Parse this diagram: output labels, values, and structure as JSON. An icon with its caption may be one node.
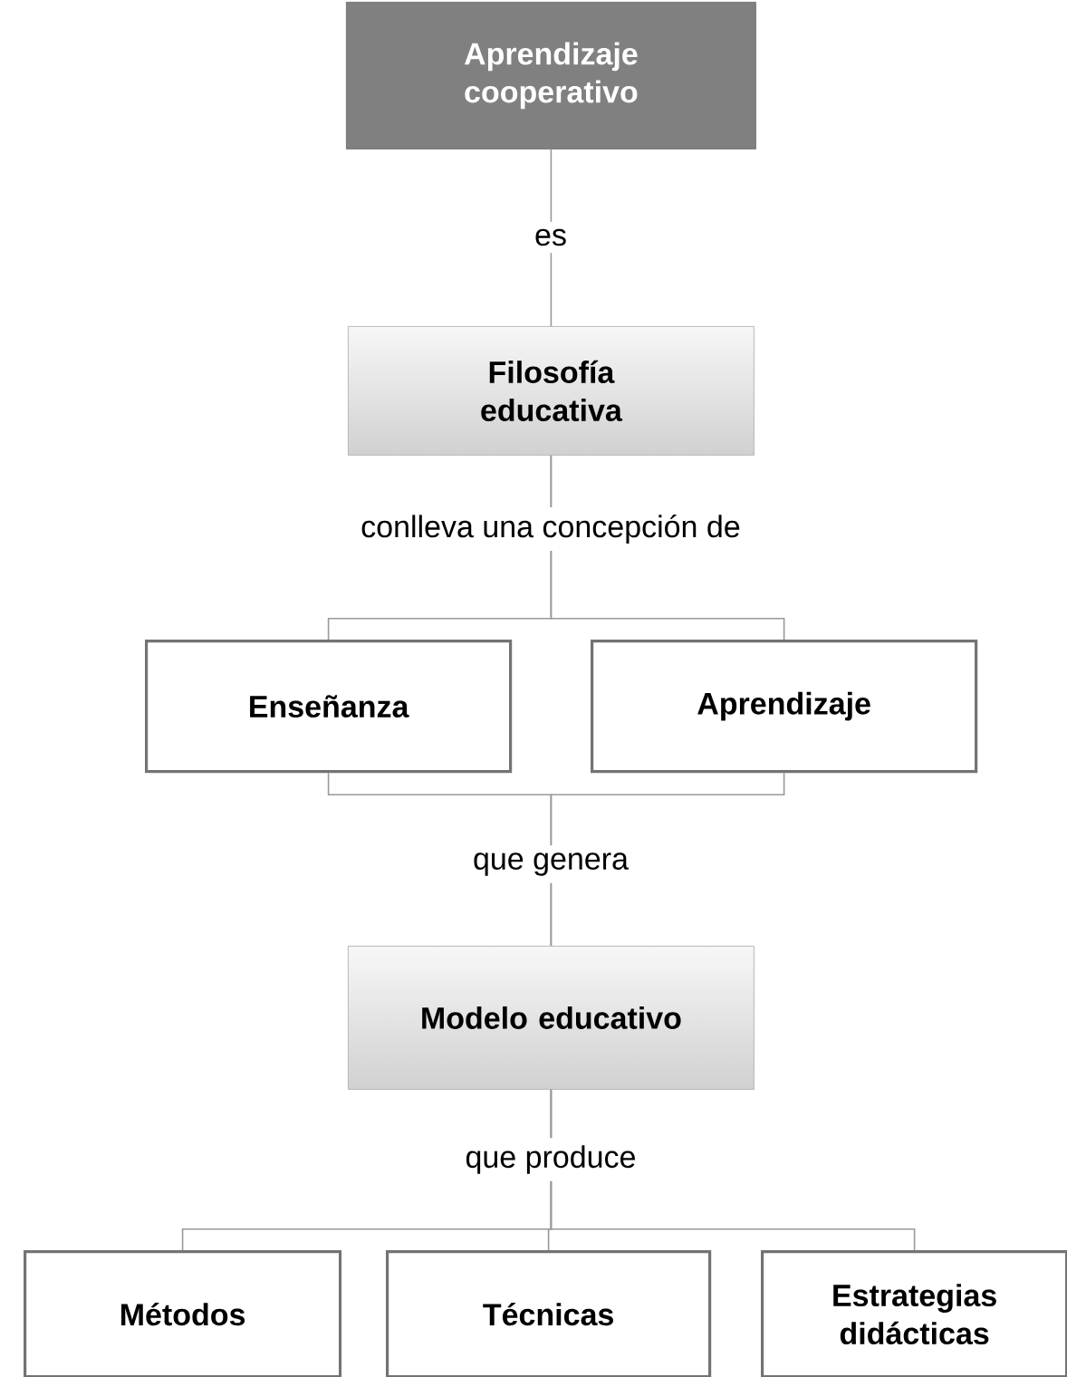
{
  "diagram": {
    "nodes": [
      {
        "text": [
          "Aprendizaje cooperativo"
        ]
      },
      {
        "text": [
          "Filosofía educativa"
        ]
      },
      {
        "text": [
          "Enseñanza"
        ]
      },
      {
        "text": [
          "Aprendizaje"
        ]
      },
      {
        "text": [
          "Modelo educativo"
        ]
      },
      {
        "text": [
          "Métodos"
        ]
      },
      {
        "text": [
          "Técnicas"
        ]
      },
      {
        "text": [
          "Estrategias didácticas"
        ]
      }
    ],
    "edges": [
      {
        "from": 0,
        "to": 1,
        "arrow": "none",
        "label": "es"
      },
      {
        "from": 1,
        "to": 2,
        "arrow": "none",
        "label": "conlleva una concepción de"
      },
      {
        "from": 1,
        "to": 3,
        "arrow": "none"
      },
      {
        "from": 2,
        "to": 4,
        "arrow": "none",
        "label": "que genera"
      },
      {
        "from": 3,
        "to": 4,
        "arrow": "none"
      },
      {
        "from": 4,
        "to": 5,
        "arrow": "none",
        "label": "que produce"
      },
      {
        "from": 4,
        "to": 6,
        "arrow": "none"
      },
      {
        "from": 4,
        "to": 7,
        "arrow": "none"
      }
    ]
  }
}
